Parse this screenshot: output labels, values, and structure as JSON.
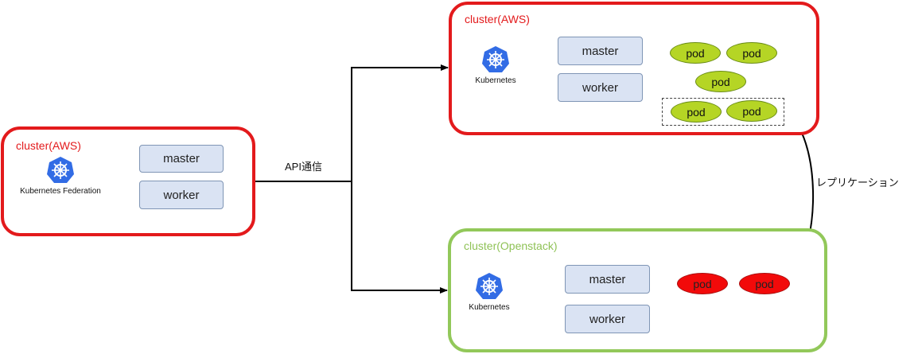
{
  "left_cluster": {
    "title": "cluster(AWS)",
    "logo_label": "Kubernetes Federation",
    "master": "master",
    "worker": "worker"
  },
  "top_cluster": {
    "title": "cluster(AWS)",
    "logo_label": "Kubernetes",
    "master": "master",
    "worker": "worker",
    "pods": [
      "pod",
      "pod",
      "pod",
      "pod",
      "pod"
    ]
  },
  "bottom_cluster": {
    "title": "cluster(Openstack)",
    "logo_label": "Kubernetes",
    "master": "master",
    "worker": "worker",
    "pods": [
      "pod",
      "pod"
    ]
  },
  "edges": {
    "api_label": "API通信",
    "replication_label": "レプリケーション"
  },
  "colors": {
    "aws_border": "#e31a1c",
    "openstack_border": "#92c85a",
    "pod_green": "#b5d525",
    "pod_red": "#f20a0a",
    "node_fill": "#dae3f3",
    "kubernetes_blue": "#326ce5"
  },
  "icons": {
    "logo": "kubernetes-helm-icon"
  }
}
